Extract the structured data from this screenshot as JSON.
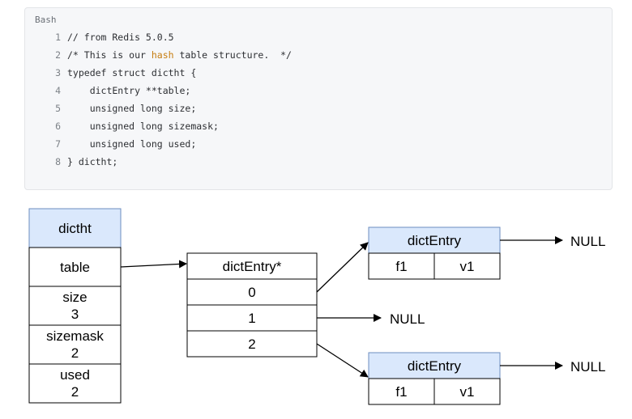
{
  "code": {
    "language": "Bash",
    "lines": [
      {
        "num": "1",
        "parts": [
          {
            "t": "// from Redis 5.0.5"
          }
        ]
      },
      {
        "num": "2",
        "parts": [
          {
            "t": "/* This is our "
          },
          {
            "t": "hash",
            "hl": true
          },
          {
            "t": " table structure.  */"
          }
        ]
      },
      {
        "num": "3",
        "parts": [
          {
            "t": "typedef struct dictht {"
          }
        ]
      },
      {
        "num": "4",
        "parts": [
          {
            "t": "    dictEntry **table;"
          }
        ]
      },
      {
        "num": "5",
        "parts": [
          {
            "t": "    unsigned long size;"
          }
        ]
      },
      {
        "num": "6",
        "parts": [
          {
            "t": "    unsigned long sizemask;"
          }
        ]
      },
      {
        "num": "7",
        "parts": [
          {
            "t": "    unsigned long used;"
          }
        ]
      },
      {
        "num": "8",
        "parts": [
          {
            "t": "} dictht;"
          }
        ]
      }
    ]
  },
  "diagram": {
    "dictht": {
      "header": "dictht",
      "table": "table",
      "size_label": "size",
      "size_value": "3",
      "sizemask_label": "sizemask",
      "sizemask_value": "2",
      "used_label": "used",
      "used_value": "2"
    },
    "array": {
      "header": "dictEntry*",
      "slots": [
        "0",
        "1",
        "2"
      ]
    },
    "entry_top": {
      "header": "dictEntry",
      "key": "f1",
      "value": "v1",
      "next": "NULL"
    },
    "entry_bottom": {
      "header": "dictEntry",
      "key": "f1",
      "value": "v1",
      "next": "NULL"
    },
    "slot1_target": "NULL",
    "colors": {
      "header_fill": "#dae8fc",
      "header_stroke": "#6c8ebf",
      "highlight": "#c67d10"
    }
  }
}
